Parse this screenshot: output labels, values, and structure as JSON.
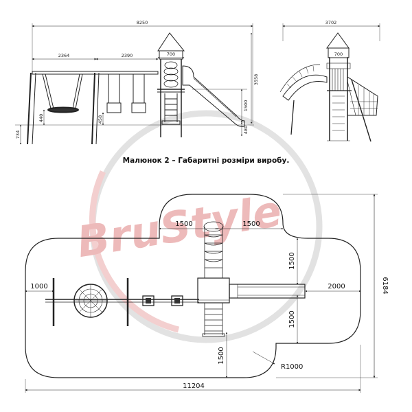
{
  "caption": "Малюнок 2 – Габаритні розміри виробу.",
  "watermark": {
    "text": "BruStyle",
    "color": "#e8a4a4"
  },
  "front_view": {
    "total_width": "8250",
    "swing_single_width": "2364",
    "swing_double_width": "2390",
    "tower_width": "700",
    "total_height": "3558",
    "platform_height": "1500",
    "seat_height_nest": "440",
    "seat_height_swing": "458",
    "slide_exit_height": "480",
    "ground_offset": "734"
  },
  "side_view": {
    "total_width": "3702",
    "tower_width": "700"
  },
  "plan_view": {
    "total_length": "11204",
    "total_depth": "6184",
    "top_left_clearance": "1500",
    "top_right_clearance": "1500",
    "right_upper_clearance": "1500",
    "right_lower_clearance": "1500",
    "bottom_clearance": "1500",
    "swing_side_clearance": "1000",
    "slide_exit_clearance": "2000",
    "corner_radius": "R1000"
  }
}
